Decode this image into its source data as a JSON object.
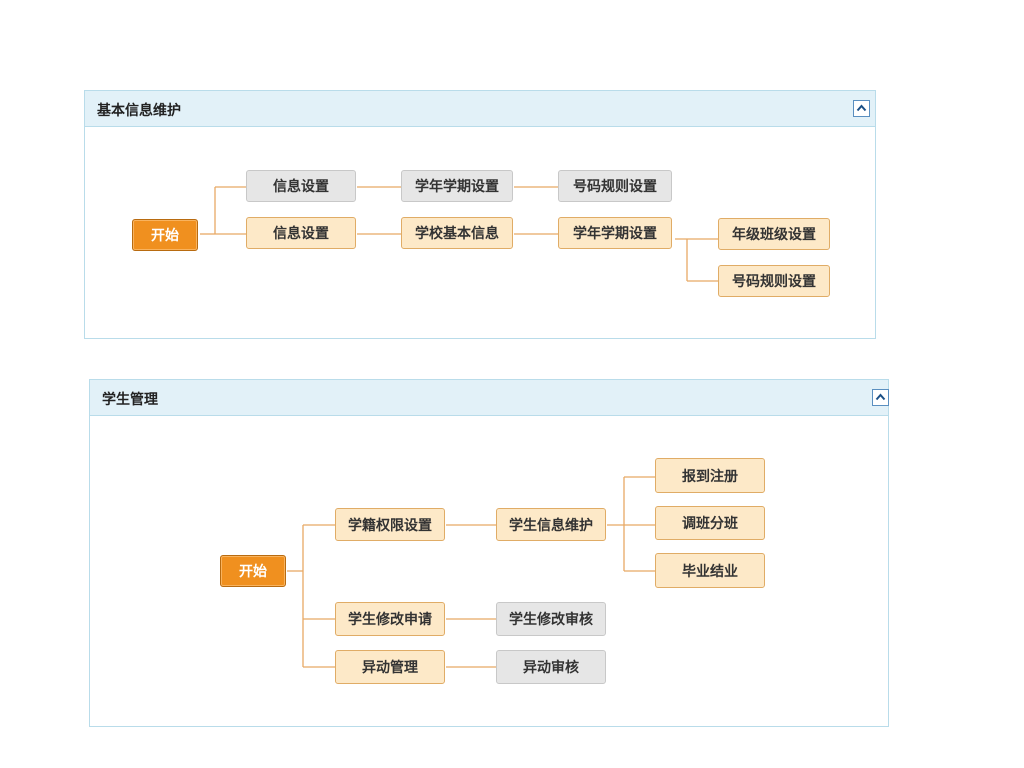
{
  "panels": [
    {
      "title": "基本信息维护",
      "collapse_icon": "chevron-up-icon",
      "nodes": {
        "start": "开始",
        "row1": [
          "信息设置",
          "学年学期设置",
          "号码规则设置"
        ],
        "row2": [
          "信息设置",
          "学校基本信息",
          "学年学期设置"
        ],
        "branches": [
          "年级班级设置",
          "号码规则设置"
        ]
      }
    },
    {
      "title": "学生管理",
      "collapse_icon": "chevron-up-icon",
      "nodes": {
        "start": "开始",
        "main": [
          "学籍权限设置",
          "学生信息维护"
        ],
        "branches": [
          "报到注册",
          "调班分班",
          "毕业结业"
        ],
        "row2": [
          "学生修改申请",
          "学生修改审核"
        ],
        "row3": [
          "异动管理",
          "异动审核"
        ]
      }
    }
  ],
  "colors": {
    "connector": "#e8a965",
    "start_fill": "#f0901f",
    "active_fill": "#fde9c8",
    "inactive_fill": "#e6e6e6",
    "header_fill": "#e2f1f8"
  }
}
